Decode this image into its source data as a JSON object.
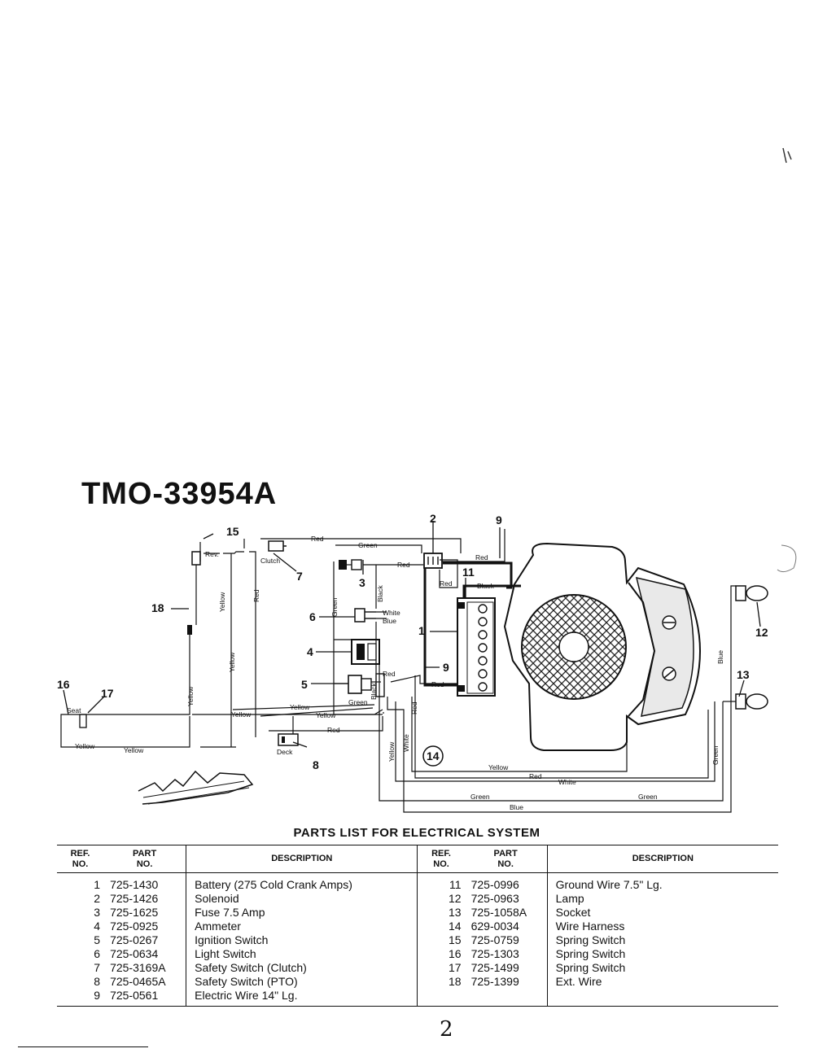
{
  "model": "TMO-33954A",
  "parts_title": "PARTS LIST FOR ELECTRICAL SYSTEM",
  "page_number": "2",
  "diagram": {
    "callouts": [
      "1",
      "2",
      "3",
      "4",
      "5",
      "6",
      "7",
      "8",
      "9",
      "9",
      "11",
      "12",
      "13",
      "14",
      "15",
      "16",
      "17",
      "18"
    ],
    "labels": {
      "rev": "Rev.",
      "clutch": "Clutch",
      "seat": "Seat",
      "deck": "Deck",
      "black": "Black",
      "red": "Red",
      "green": "Green",
      "yellow": "Yellow",
      "white": "White",
      "blue": "Blue",
      "white_blue": "White",
      "blue2": "Blue"
    }
  },
  "table": {
    "headers": {
      "ref_line1": "REF.",
      "ref_line2": "NO.",
      "part_line1": "PART",
      "part_line2": "NO.",
      "description": "DESCRIPTION"
    },
    "left": [
      {
        "ref": "1",
        "part": "725-1430",
        "desc": "Battery (275 Cold Crank Amps)"
      },
      {
        "ref": "2",
        "part": "725-1426",
        "desc": "Solenoid"
      },
      {
        "ref": "3",
        "part": "725-1625",
        "desc": "Fuse 7.5 Amp"
      },
      {
        "ref": "4",
        "part": "725-0925",
        "desc": "Ammeter"
      },
      {
        "ref": "5",
        "part": "725-0267",
        "desc": "Ignition Switch"
      },
      {
        "ref": "6",
        "part": "725-0634",
        "desc": "Light Switch"
      },
      {
        "ref": "7",
        "part": "725-3169A",
        "desc": "Safety Switch (Clutch)"
      },
      {
        "ref": "8",
        "part": "725-0465A",
        "desc": "Safety Switch (PTO)"
      },
      {
        "ref": "9",
        "part": "725-0561",
        "desc": "Electric Wire 14\" Lg."
      }
    ],
    "right": [
      {
        "ref": "11",
        "part": "725-0996",
        "desc": "Ground Wire 7.5\" Lg."
      },
      {
        "ref": "12",
        "part": "725-0963",
        "desc": "Lamp"
      },
      {
        "ref": "13",
        "part": "725-1058A",
        "desc": "Socket"
      },
      {
        "ref": "14",
        "part": "629-0034",
        "desc": "Wire Harness"
      },
      {
        "ref": "15",
        "part": "725-0759",
        "desc": "Spring Switch"
      },
      {
        "ref": "16",
        "part": "725-1303",
        "desc": "Spring Switch"
      },
      {
        "ref": "17",
        "part": "725-1499",
        "desc": "Spring Switch"
      },
      {
        "ref": "18",
        "part": "725-1399",
        "desc": "Ext. Wire"
      },
      {
        "ref": "",
        "part": "",
        "desc": ""
      }
    ]
  }
}
